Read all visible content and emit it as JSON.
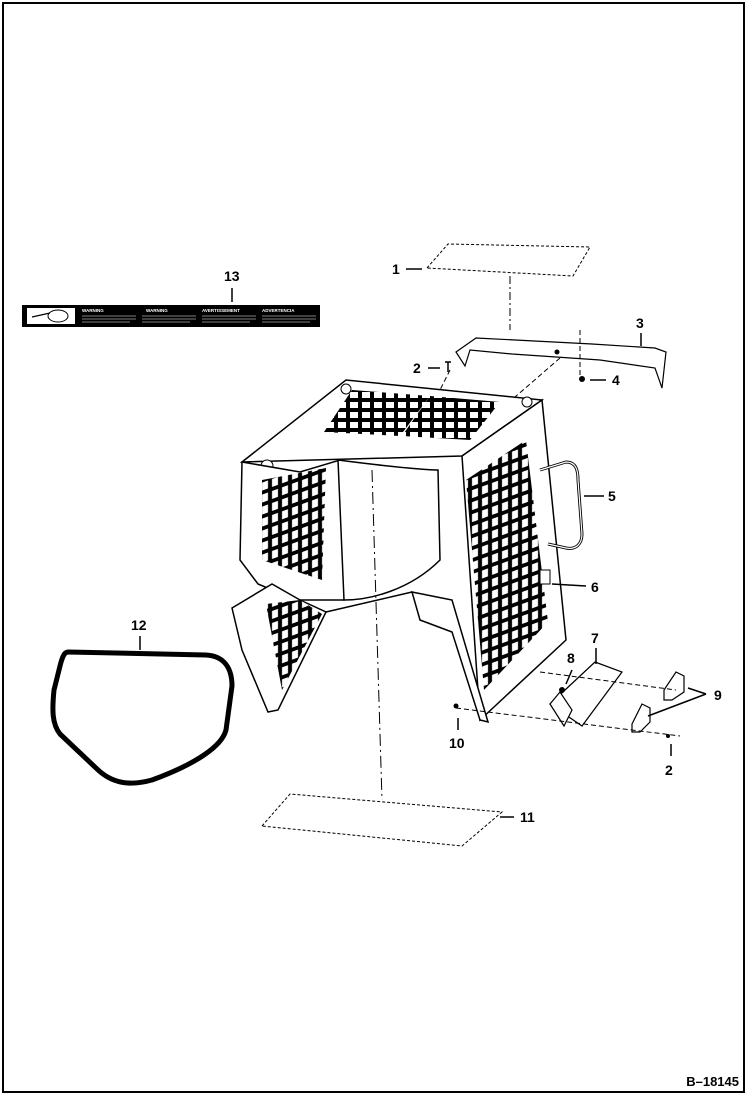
{
  "document_id": "B–18145",
  "label_decal": {
    "header_words": [
      "WARNING",
      "WARNING",
      "AVERTISSEMENT",
      "ADVERTENCIA"
    ]
  },
  "callouts": [
    {
      "id": "c1",
      "text": "1"
    },
    {
      "id": "c2a",
      "text": "2"
    },
    {
      "id": "c2b",
      "text": "2"
    },
    {
      "id": "c3",
      "text": "3"
    },
    {
      "id": "c4",
      "text": "4"
    },
    {
      "id": "c5",
      "text": "5"
    },
    {
      "id": "c6",
      "text": "6"
    },
    {
      "id": "c7",
      "text": "7"
    },
    {
      "id": "c8",
      "text": "8"
    },
    {
      "id": "c9",
      "text": "9"
    },
    {
      "id": "c10",
      "text": "10"
    },
    {
      "id": "c11",
      "text": "11"
    },
    {
      "id": "c12",
      "text": "12"
    },
    {
      "id": "c13",
      "text": "13"
    }
  ]
}
